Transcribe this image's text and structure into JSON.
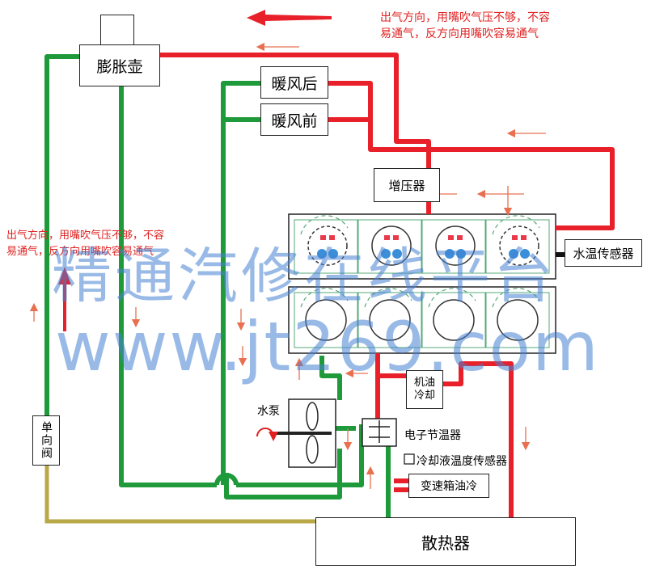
{
  "labels": {
    "expansion_tank": "膨胀壶",
    "heater_rear": "暖风后",
    "heater_front": "暖风前",
    "turbocharger": "增压器",
    "water_temp_sensor": "水温传感器",
    "oil_cooler": "机油\n冷却",
    "water_pump": "水泵",
    "electronic_thermostat": "电子节温器",
    "coolant_temp_sensor": "冷却液温度传感器",
    "transmission_oil_cooler": "变速箱油冷",
    "check_valve": "单向阀",
    "radiator": "散热器"
  },
  "notes": {
    "top_right_line1": "出气方向，用嘴吹气压不够，不容",
    "top_right_line2": "易通气，反方向用嘴吹容易通气",
    "left_line1": "出气方向，用嘴吹气压不够，不容",
    "left_line2": "易通气，反方向用嘴吹容易通气"
  },
  "watermark": {
    "line1": "精通汽修在线平台",
    "line2": "www.jt269.com"
  },
  "colors": {
    "hot": "#e8202a",
    "cool": "#1f9a3a",
    "return": "#b8a848",
    "arrow": "#e87050",
    "engine_outline": "#55a877"
  }
}
